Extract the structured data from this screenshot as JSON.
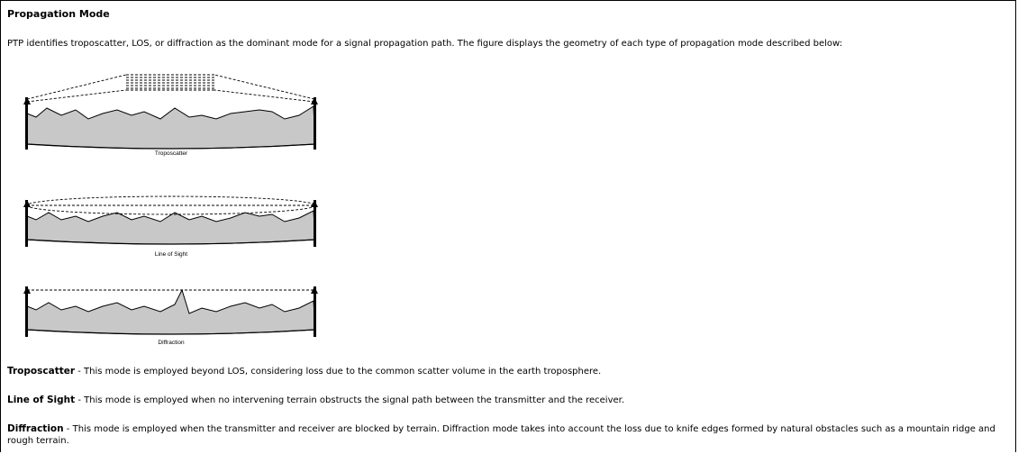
{
  "heading": "Propagation Mode",
  "intro": "PTP identifies troposcatter, LOS, or diffraction as the dominant mode for a signal propagation path. The figure displays the geometry of each type of propagation mode described below:",
  "figures": {
    "troposcatter": "Troposcatter",
    "line_of_sight": "Line of Sight",
    "diffraction": "Diffraction"
  },
  "descriptions": [
    {
      "term": "Troposcatter",
      "text": " - This mode is employed beyond LOS, considering loss due to the common scatter volume in the earth troposphere."
    },
    {
      "term": "Line of Sight",
      "text": " - This mode is employed when no intervening terrain obstructs the signal path between the transmitter and the receiver."
    },
    {
      "term": "Diffraction",
      "text": " - This mode is employed when the transmitter and receiver are blocked by terrain. Diffraction mode takes into account the loss due to knife edges formed by natural obstacles such as a mountain ridge and rough terrain."
    }
  ],
  "colors": {
    "terrain": "#c8c8c8",
    "line": "#000000"
  }
}
